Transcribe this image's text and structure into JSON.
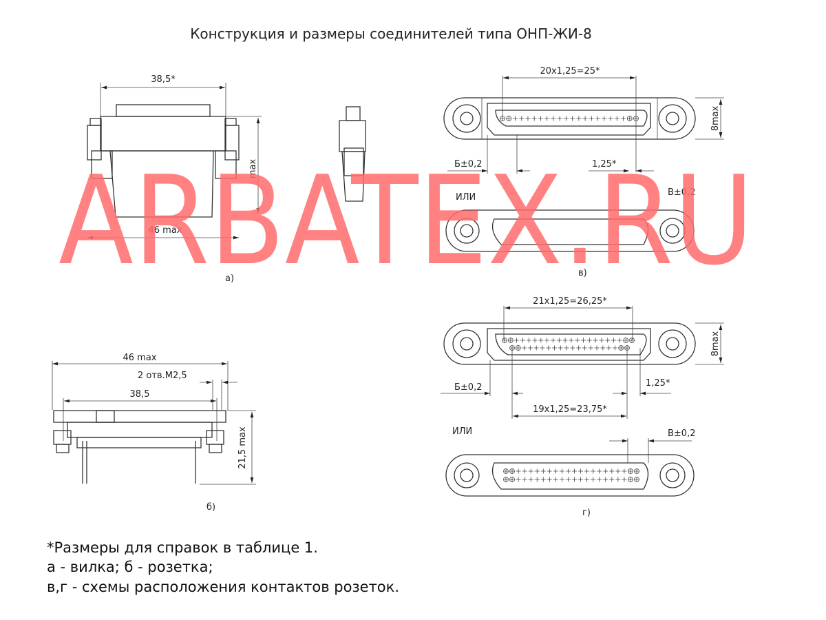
{
  "title": "Конструкция и размеры соединителей типа ОНП-ЖИ-8",
  "view_a": {
    "width_dim": "38,5*",
    "height_dim": "max",
    "bottom_dim": "46 max",
    "label": "а)"
  },
  "view_b": {
    "width_dim": "46 max",
    "holes_dim": "2 отв.М2,5",
    "pitch_dim": "38,5",
    "height_dim": "21,5 max",
    "label": "б)"
  },
  "view_v": {
    "span_dim": "20x1,25=25*",
    "height_dim": "8max",
    "b_dim": "Б±0,2",
    "pitch_dim": "1,25*",
    "or_label": "ИЛИ",
    "v_dim": "В±0,2",
    "label": "в)"
  },
  "view_g": {
    "span_dim": "21x1,25=26,25*",
    "height_dim": "8max",
    "b_dim": "Б±0,2",
    "pitch_dim": "1,25*",
    "span2_dim": "19x1,25=23,75*",
    "or_label": "ИЛИ",
    "v_dim": "В±0,2",
    "label": "г)"
  },
  "notes": [
    "*Размеры для справок в таблице 1.",
    "а - вилка; б - розетка;",
    "в,г - схемы расположения контактов розеток."
  ],
  "watermark": "ARBATEX.RU",
  "colors": {
    "watermark": "#ff6b6b",
    "line": "#333333"
  }
}
